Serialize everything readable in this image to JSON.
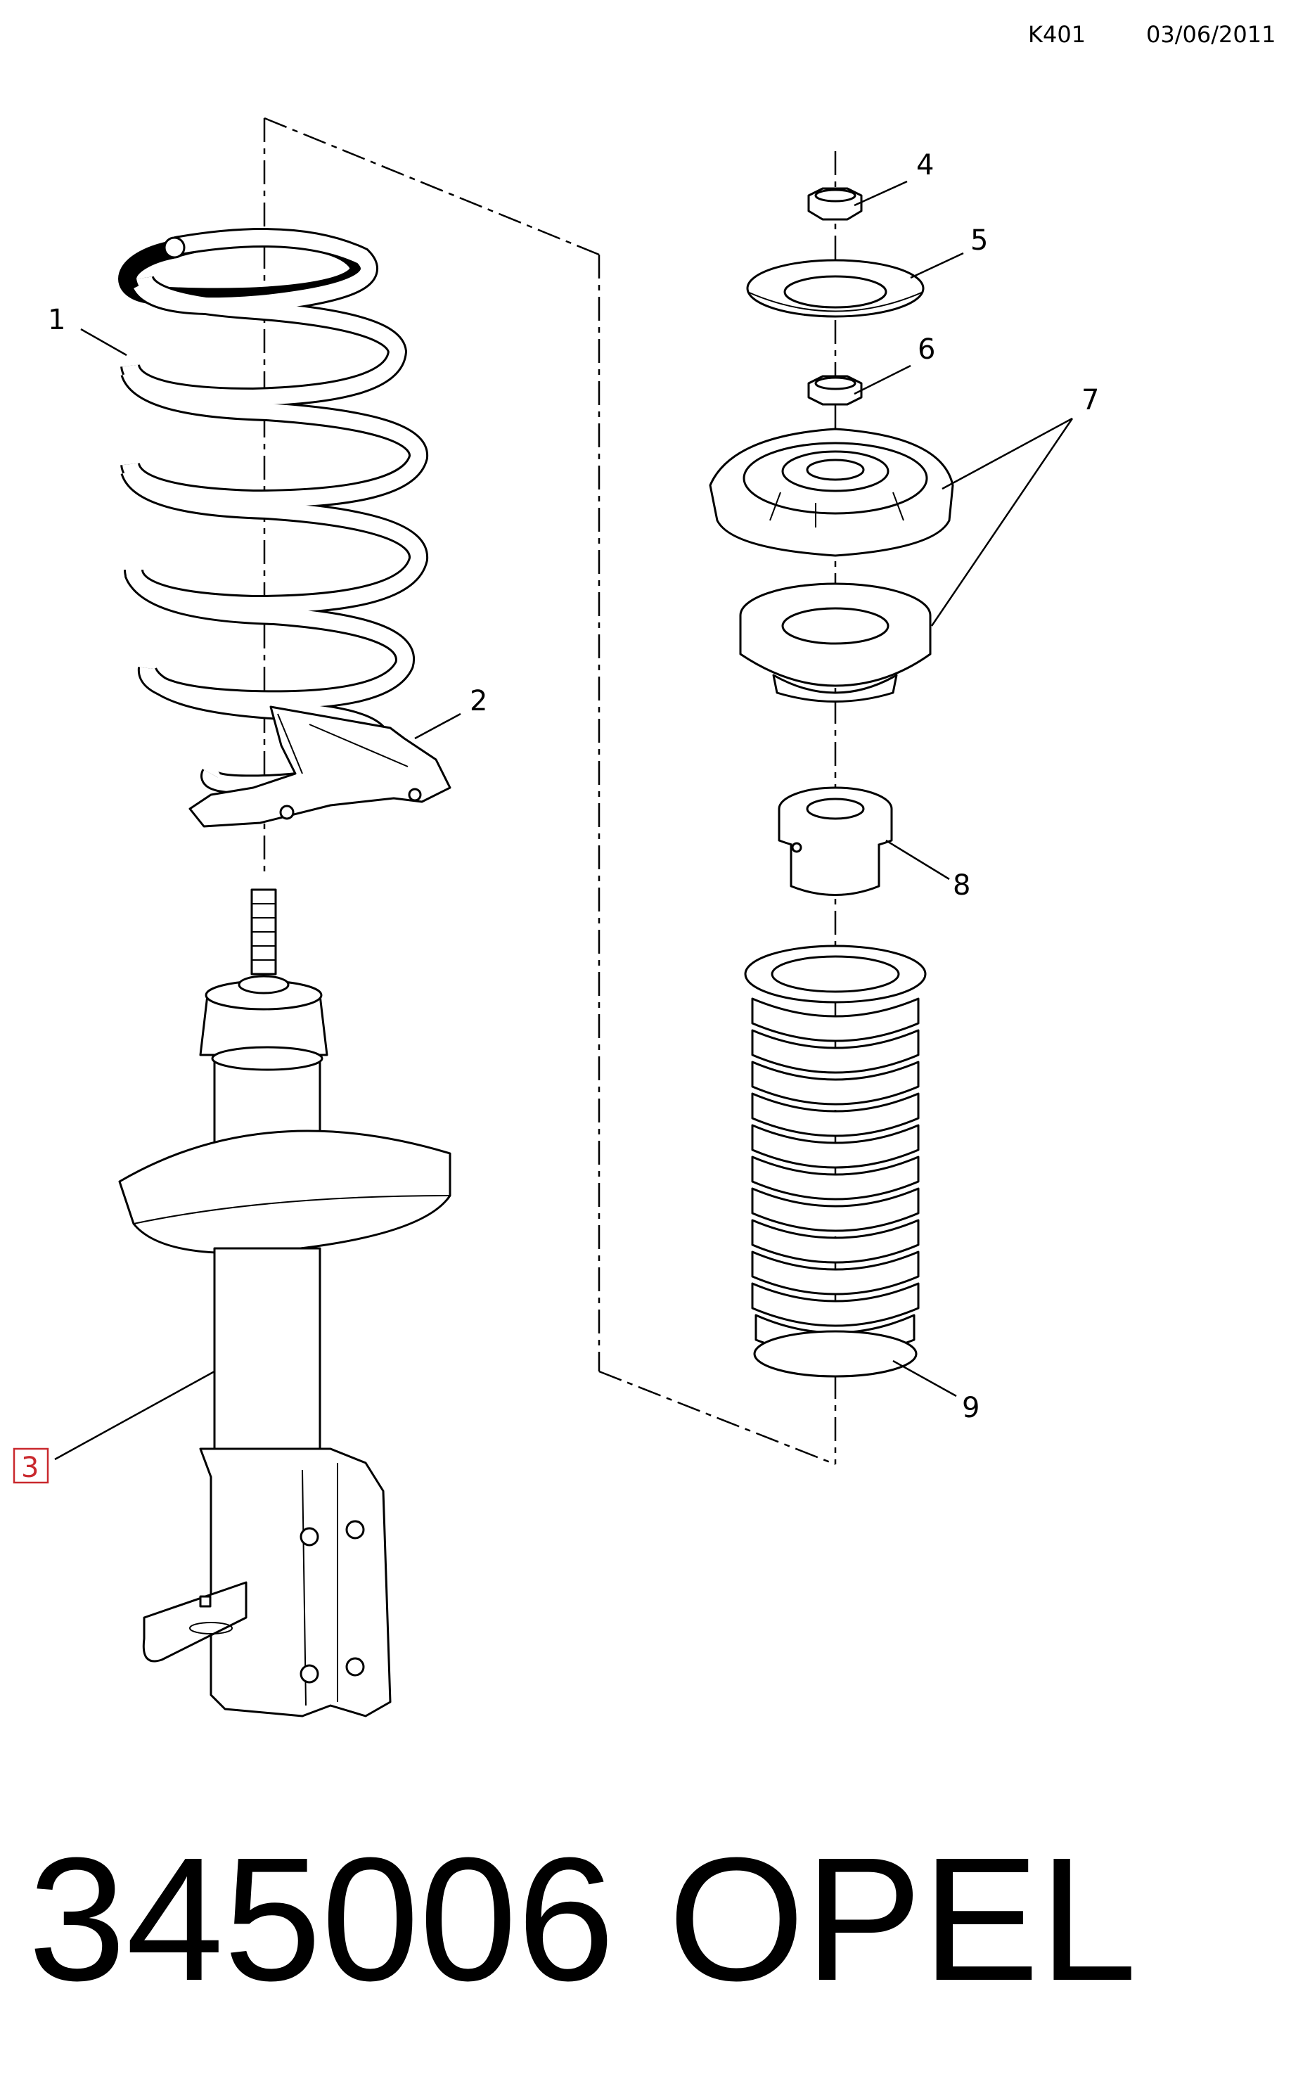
{
  "header": {
    "code": "K401",
    "date": "03/06/2011"
  },
  "callouts": [
    {
      "id": "1",
      "label": "1"
    },
    {
      "id": "2",
      "label": "2"
    },
    {
      "id": "3",
      "label": "3",
      "boxed": true
    },
    {
      "id": "4",
      "label": "4"
    },
    {
      "id": "5",
      "label": "5"
    },
    {
      "id": "6",
      "label": "6"
    },
    {
      "id": "7",
      "label": "7"
    },
    {
      "id": "8",
      "label": "8"
    },
    {
      "id": "9",
      "label": "9"
    }
  ],
  "footer": {
    "part_number": "345006",
    "brand": "OPEL"
  },
  "colors": {
    "ink": "#000000",
    "callout_box": "#c9282d"
  }
}
